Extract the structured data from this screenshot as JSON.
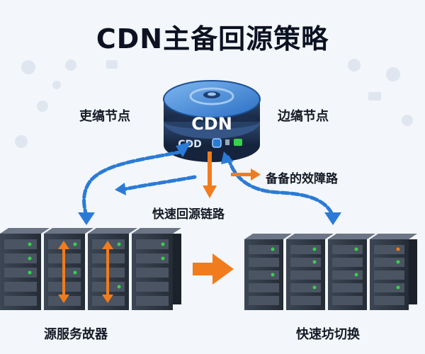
{
  "title": "CDN主备回源策略",
  "labels": {
    "left_node": "吏缟节点",
    "right_node": "边缟节点",
    "backup_path": "备备的效障路",
    "fast_origin": "快速回源链路",
    "source_servers": "源服务故器",
    "fast_switch": "快速坊切换"
  },
  "cdn": {
    "main_label": "CDN",
    "front_label": "CDD"
  },
  "colors": {
    "blue": "#2b7bd6",
    "orange": "#f07c1e",
    "server_dark": "#2f3845",
    "led_green": "#36d24a"
  }
}
